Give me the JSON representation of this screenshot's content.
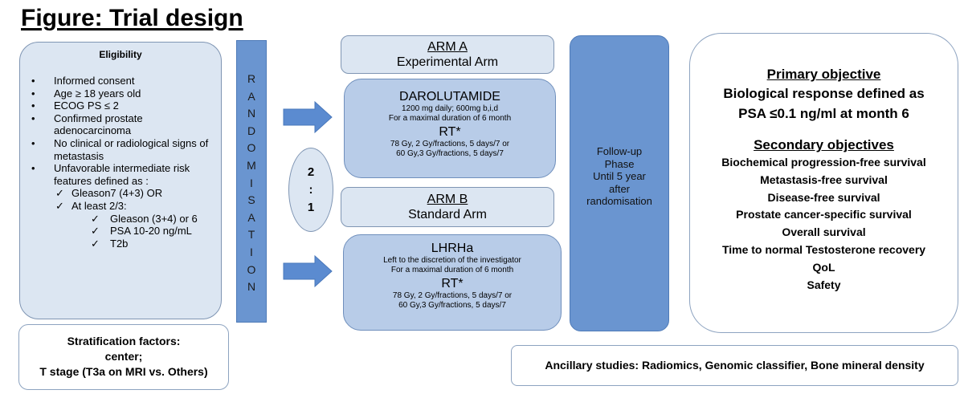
{
  "title": "Figure: Trial design",
  "eligibility": {
    "title": "Eligibility",
    "items": [
      "Informed consent",
      "Age ≥ 18 years old",
      "ECOG PS ≤ 2",
      "Confirmed prostate adenocarcinoma",
      "No clinical or radiological signs of metastasis",
      "Unfavorable intermediate risk features defined as :"
    ],
    "criteria": {
      "gleason7": "Gleason7 (4+3) OR",
      "at_least": "At least 2/3:",
      "sub_items": [
        "Gleason (3+4) or 6",
        "PSA 10-20 ng/mL",
        "T2b"
      ]
    }
  },
  "stratification": {
    "lines": [
      "Stratification factors:",
      "center;",
      "T stage (T3a on MRI vs. Others)"
    ]
  },
  "randomisation": {
    "letters": [
      "R",
      "A",
      "N",
      "D",
      "O",
      "M",
      "I",
      "S",
      "A",
      "T",
      "I",
      "O",
      "N"
    ]
  },
  "ratio": {
    "top": "2",
    "sep": ":",
    "bottom": "1"
  },
  "arm_a": {
    "label": "ARM A",
    "name": "Experimental Arm",
    "drug": "DAROLUTAMIDE",
    "dose": "1200 mg daily; 600mg b,i,d",
    "duration": "For a maximal duration of 6 month",
    "rt": "RT*",
    "rt_line1": "78 Gy, 2 Gy/fractions, 5 days/7 or",
    "rt_line2": "60 Gy,3 Gy/fractions, 5 days/7"
  },
  "arm_b": {
    "label": "ARM B",
    "name": "Standard Arm",
    "drug": "LHRHa",
    "note": "Left to the discretion of the investigator",
    "duration": "For a maximal duration of 6 month",
    "rt": "RT*",
    "rt_line1": "78 Gy, 2 Gy/fractions, 5 days/7 or",
    "rt_line2": "60 Gy,3 Gy/fractions, 5 days/7"
  },
  "followup": {
    "lines": [
      "Follow-up",
      "Phase",
      "Until 5 year",
      "after",
      "randomisation"
    ]
  },
  "objectives": {
    "primary_heading": "Primary objective",
    "primary_lines": [
      "Biological response defined as",
      "PSA ≤0.1 ng/ml at month 6"
    ],
    "secondary_heading": "Secondary objectives",
    "secondary_items": [
      "Biochemical progression-free survival",
      "Metastasis-free survival",
      "Disease-free survival",
      "Prostate cancer-specific survival",
      "Overall survival",
      "Time to normal Testosterone recovery",
      "QoL",
      "Safety"
    ]
  },
  "ancillary": "Ancillary studies: Radiomics, Genomic classifier, Bone mineral density",
  "colors": {
    "light_fill": "#dce6f2",
    "treatment_fill": "#b8cce8",
    "bar_fill": "#6a95d0",
    "arrow_fill": "#5b8bd0",
    "border": "#7f95b3"
  }
}
